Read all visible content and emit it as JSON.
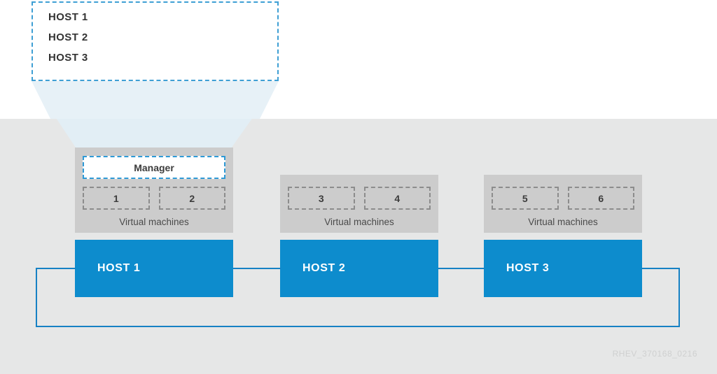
{
  "diagram": {
    "watermark": "RHEV_370168_0216",
    "colors": {
      "host_blue": "#0d8ccd",
      "callout_border": "#3e9fd4",
      "manager_border": "#2f9ad6",
      "vm_border": "#8c8c8c",
      "panel_gray": "#cccccc",
      "stage_gray": "#e6e7e7",
      "beam_blue": "#dcebf3"
    },
    "callout": {
      "items": [
        {
          "label": "HOST 1"
        },
        {
          "label": "HOST 2"
        },
        {
          "label": "HOST 3"
        }
      ]
    },
    "clusters": [
      {
        "host_label": "HOST 1",
        "manager_label": "Manager",
        "has_manager": true,
        "vm_caption": "Virtual machines",
        "vms": [
          {
            "label": "1"
          },
          {
            "label": "2"
          }
        ]
      },
      {
        "host_label": "HOST 2",
        "manager_label": "",
        "has_manager": false,
        "vm_caption": "Virtual machines",
        "vms": [
          {
            "label": "3"
          },
          {
            "label": "4"
          }
        ]
      },
      {
        "host_label": "HOST 3",
        "manager_label": "",
        "has_manager": false,
        "vm_caption": "Virtual machines",
        "vms": [
          {
            "label": "5"
          },
          {
            "label": "6"
          }
        ]
      }
    ]
  }
}
